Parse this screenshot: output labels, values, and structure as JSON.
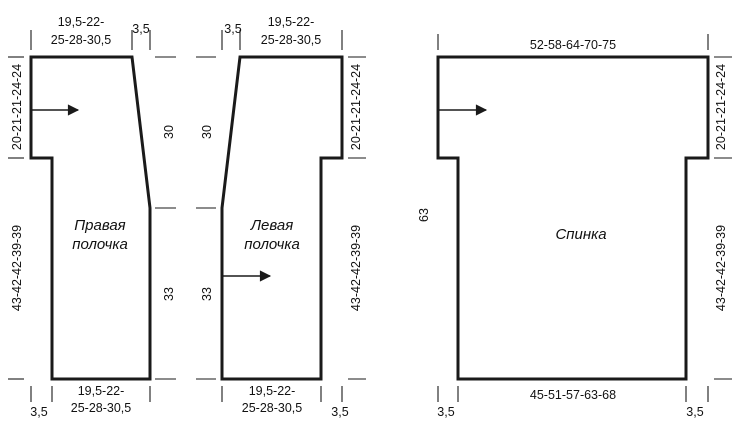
{
  "pieces": {
    "right_front": {
      "name_line1": "Правая",
      "name_line2": "полочка",
      "top_width_line1": "19,5-22-",
      "top_width_line2": "25-28-30,5",
      "top_offset": "3,5",
      "armhole_height": "20-21-21-24-24",
      "side_height": "43-42-42-39-39",
      "neck_depth": "30",
      "lower_front_height": "33",
      "bottom_width_line1": "19,5-22-",
      "bottom_width_line2": "25-28-30,5",
      "bottom_offset": "3,5"
    },
    "left_front": {
      "name_line1": "Левая",
      "name_line2": "полочка",
      "top_width_line1": "19,5-22-",
      "top_width_line2": "25-28-30,5",
      "top_offset": "3,5",
      "armhole_height": "20-21-21-24-24",
      "side_height": "43-42-42-39-39",
      "neck_depth": "30",
      "lower_front_height": "33",
      "bottom_width_line1": "19,5-22-",
      "bottom_width_line2": "25-28-30,5",
      "bottom_offset": "3,5"
    },
    "back": {
      "name": "Спинка",
      "top_width": "52-58-64-70-75",
      "bottom_width": "45-51-57-63-68",
      "total_height": "63",
      "armhole_height": "20-21-21-24-24",
      "side_height": "43-42-42-39-39",
      "bottom_offset_left": "3,5",
      "bottom_offset_right": "3,5"
    }
  },
  "colors": {
    "line": "#1a1a1a",
    "background": "#ffffff"
  },
  "icons": {
    "direction_arrow": "arrow-right-icon"
  }
}
